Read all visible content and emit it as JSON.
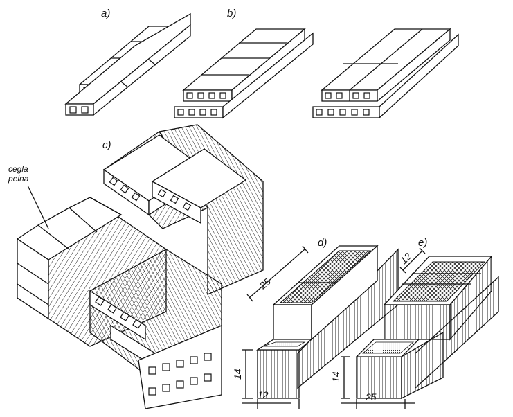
{
  "labels": {
    "a": "a)",
    "b": "b)",
    "c": "c)",
    "d": "d)",
    "e": "e)",
    "brick_note_line1": "cegla",
    "brick_note_line2": "pelna"
  },
  "dimensions": {
    "d_length": "25",
    "d_height": "14",
    "d_width": "12",
    "e_width": "12",
    "e_height": "14",
    "e_length": "25"
  }
}
